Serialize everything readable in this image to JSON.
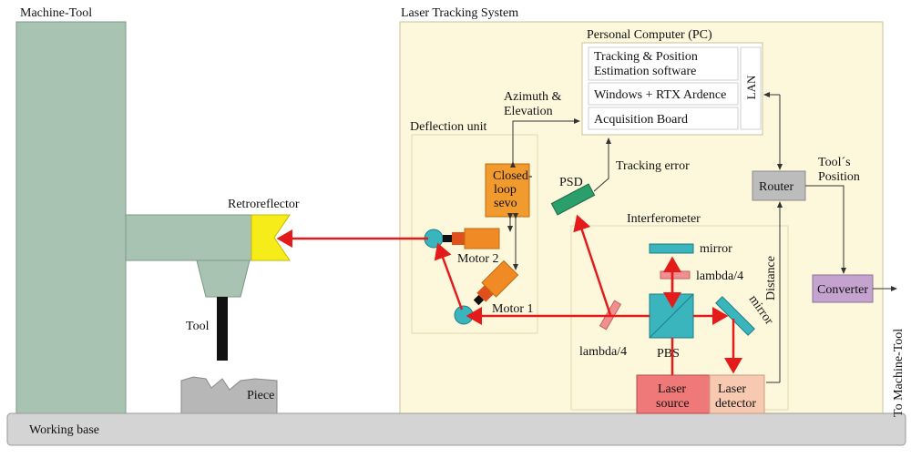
{
  "labels": {
    "machine_tool": "Machine-Tool",
    "laser_tracking_system": "Laser Tracking System",
    "personal_computer": "Personal Computer (PC)",
    "tracking_software_line1": "Tracking & Position",
    "tracking_software_line2": "Estimation software",
    "windows_rtx": "Windows + RTX Ardence",
    "acquisition_board": "Acquisition Board",
    "lan": "LAN",
    "azimuth_line1": "Azimuth &",
    "azimuth_line2": "Elevation",
    "deflection_unit": "Deflection unit",
    "closed_loop_line1": "Closed-",
    "closed_loop_line2": "loop",
    "closed_loop_line3": "sevo",
    "psd": "PSD",
    "tracking_error": "Tracking error",
    "tools_position_line1": "Tool´s",
    "tools_position_line2": "Position",
    "router": "Router",
    "retroreflector": "Retroreflector",
    "motor2": "Motor 2",
    "motor1": "Motor 1",
    "interferometer": "Interferometer",
    "mirror_top": "mirror",
    "lambda_top": "lambda/4",
    "mirror_right": "mirror",
    "distance": "Distance",
    "converter": "Converter",
    "to_machine_tool": "To Machine-Tool",
    "lambda_left": "lambda/4",
    "pbs": "PBS",
    "laser_source_line1": "Laser",
    "laser_source_line2": "source",
    "laser_detector_line1": "Laser",
    "laser_detector_line2": "detector",
    "tool": "Tool",
    "piece": "Piece",
    "working_base": "Working base"
  },
  "colors": {
    "machine": "#a9c3b2",
    "system_panel": "#fdf8dc",
    "beam": "#e41b1b",
    "servo": "#f19a2e",
    "motor": "#f08a24",
    "mirror": "#3ab5bd",
    "psd": "#2a9e6b",
    "lambda": "#f09090",
    "router": "#bcbcbc",
    "converter": "#c5a3cf",
    "laser_source": "#ef7878",
    "laser_detector": "#f7c9b0",
    "retro": "#f6ec1a",
    "base": "#d4d4d4"
  }
}
